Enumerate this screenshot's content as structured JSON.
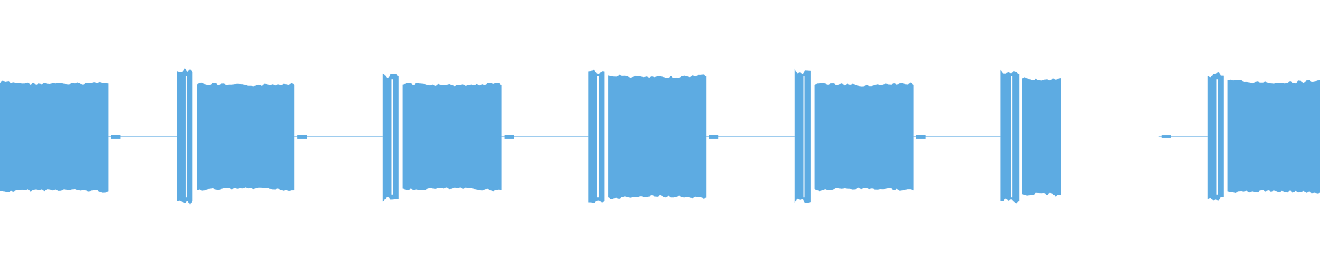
{
  "waveform": {
    "color": "#5dabe2",
    "background": "#ffffff",
    "amplitude_scale": "normalized",
    "bursts": [
      {
        "start": 0.0,
        "end": 0.082,
        "amp": 0.82,
        "kind": "block"
      },
      {
        "start": 0.134,
        "end": 0.146,
        "amp": 1.0,
        "kind": "pulse"
      },
      {
        "start": 0.149,
        "end": 0.223,
        "amp": 0.8,
        "kind": "block"
      },
      {
        "start": 0.29,
        "end": 0.302,
        "amp": 0.95,
        "kind": "pulse"
      },
      {
        "start": 0.305,
        "end": 0.38,
        "amp": 0.8,
        "kind": "block"
      },
      {
        "start": 0.446,
        "end": 0.458,
        "amp": 1.0,
        "kind": "pulse"
      },
      {
        "start": 0.461,
        "end": 0.535,
        "amp": 0.92,
        "kind": "block"
      },
      {
        "start": 0.602,
        "end": 0.614,
        "amp": 1.0,
        "kind": "pulse"
      },
      {
        "start": 0.617,
        "end": 0.692,
        "amp": 0.8,
        "kind": "block"
      },
      {
        "start": 0.758,
        "end": 0.772,
        "amp": 1.0,
        "kind": "pulse"
      },
      {
        "start": 0.774,
        "end": 0.804,
        "amp": 0.88,
        "kind": "block"
      },
      {
        "start": 0.915,
        "end": 0.927,
        "amp": 0.95,
        "kind": "pulse"
      },
      {
        "start": 0.93,
        "end": 1.0,
        "amp": 0.84,
        "kind": "block"
      }
    ],
    "quiet_segments": [
      {
        "start": 0.082,
        "end": 0.134,
        "amp": 0.03
      },
      {
        "start": 0.223,
        "end": 0.29,
        "amp": 0.03
      },
      {
        "start": 0.38,
        "end": 0.446,
        "amp": 0.03
      },
      {
        "start": 0.535,
        "end": 0.602,
        "amp": 0.03
      },
      {
        "start": 0.692,
        "end": 0.758,
        "amp": 0.03
      },
      {
        "start": 0.878,
        "end": 0.915,
        "amp": 0.02
      }
    ]
  }
}
